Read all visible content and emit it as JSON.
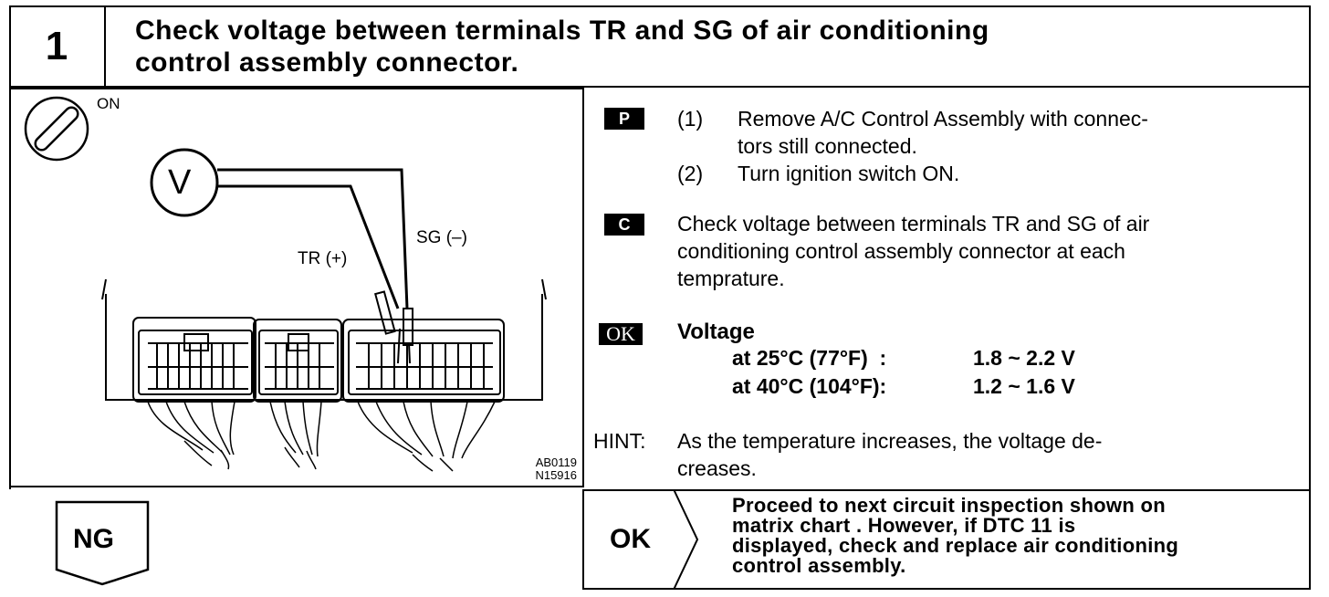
{
  "step": {
    "number": "1",
    "title_line1": "Check voltage between terminals TR and SG of air conditioning",
    "title_line2": "control assembly connector."
  },
  "diagram": {
    "ignition_label": "ON",
    "meter_label": "V",
    "tr_label": "TR (+)",
    "sg_label": "SG (–)",
    "code_1": "AB0119",
    "code_2": "N15916"
  },
  "prep": {
    "tag": "P",
    "item1_num": "(1)",
    "item1_line1": "Remove A/C Control Assembly with connec-",
    "item1_line2": "tors still connected.",
    "item2_num": "(2)",
    "item2_line1": "Turn ignition switch ON."
  },
  "check": {
    "tag": "C",
    "line1": "Check voltage between terminals TR and SG of air",
    "line2": "conditioning control assembly connector at each",
    "line3": "temprature."
  },
  "ok_spec": {
    "tag": "OK",
    "heading": "Voltage",
    "row1_cond": "at 25°C (77°F)  :",
    "row1_value": "1.8 ~ 2.2 V",
    "row2_cond": "at 40°C (104°F):",
    "row2_value": "1.2 ~ 1.6 V"
  },
  "hint": {
    "label": "HINT:",
    "line1": "As the temperature increases, the voltage de-",
    "line2": "creases."
  },
  "result_ok": {
    "label": "OK",
    "line1": "Proceed to next circuit inspection shown on",
    "line2": "matrix chart . However, if DTC 11 is",
    "line3": "displayed, check and replace air conditioning",
    "line4": "control assembly."
  },
  "result_ng": {
    "label": "NG"
  }
}
